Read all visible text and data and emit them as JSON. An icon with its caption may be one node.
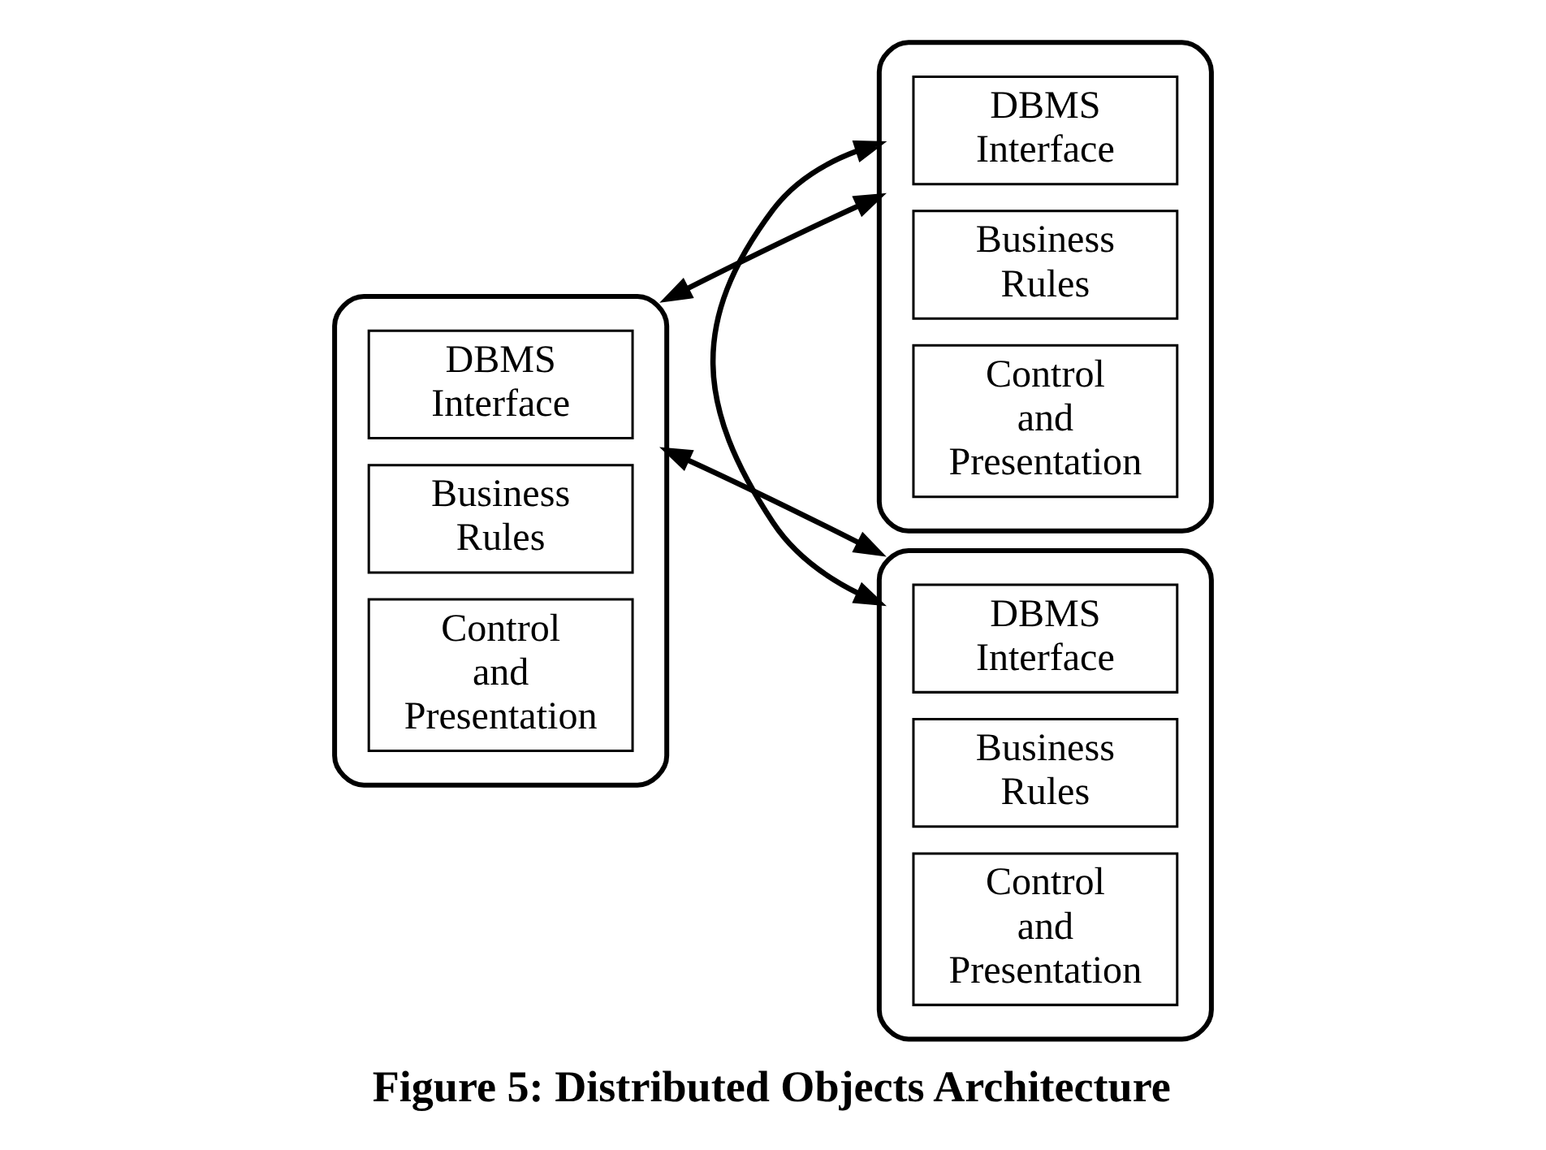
{
  "diagram": {
    "caption": "Figure 5: Distributed Objects Architecture",
    "nodes": [
      {
        "text": [],
        "shape": "box"
      },
      {
        "text": [
          "DBMS Interface"
        ],
        "in": 0
      },
      {
        "text": [
          "Business Rules"
        ],
        "in": 0
      },
      {
        "text": [
          "Control and Presentation"
        ],
        "in": 0
      },
      {
        "text": [],
        "shape": "box"
      },
      {
        "text": [
          "DBMS Interface"
        ],
        "in": 4
      },
      {
        "text": [
          "Business Rules"
        ],
        "in": 4
      },
      {
        "text": [
          "Control and Presentation"
        ],
        "in": 4
      },
      {
        "text": [],
        "shape": "box"
      },
      {
        "text": [
          "DBMS Interface"
        ],
        "in": 8
      },
      {
        "text": [
          "Business Rules"
        ],
        "in": 8
      },
      {
        "text": [
          "Control and Presentation"
        ],
        "in": 8
      }
    ],
    "edges": [
      {
        "from": 0,
        "to": 4,
        "arrow": "both"
      },
      {
        "from": 0,
        "to": 8,
        "arrow": "both"
      },
      {
        "from": 4,
        "to": 8,
        "arrow": "both"
      }
    ]
  }
}
